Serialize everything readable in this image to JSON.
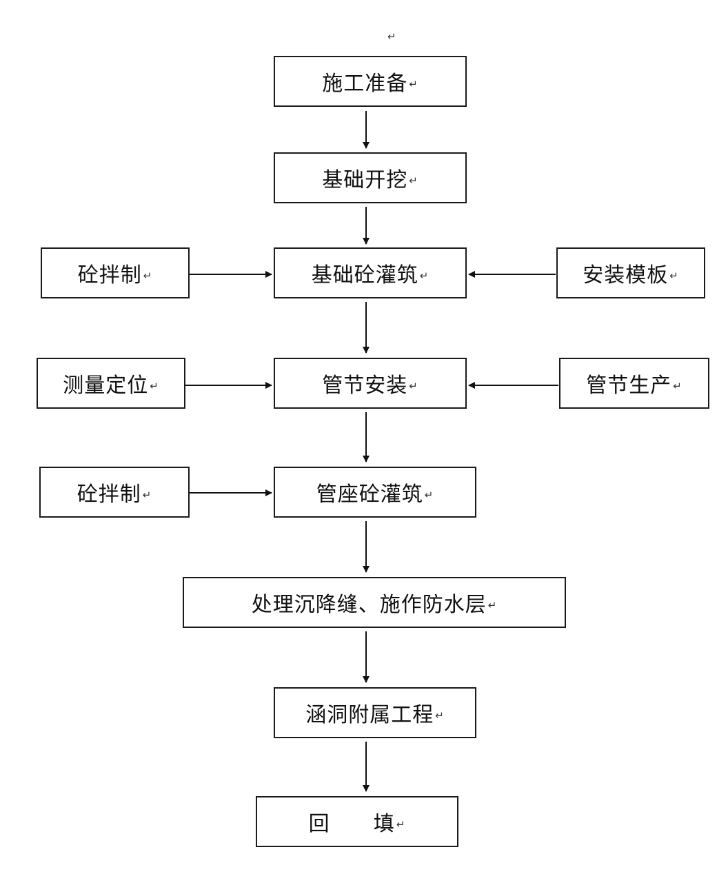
{
  "paragraph_mark": "↵",
  "nodes": {
    "prep": "施工准备",
    "excavation": "基础开挖",
    "mix1": "砼拌制",
    "foundation_pour": "基础砼灌筑",
    "formwork": "安装模板",
    "survey": "测量定位",
    "pipe_install": "管节安装",
    "pipe_production": "管节生产",
    "mix2": "砼拌制",
    "seat_pour": "管座砼灌筑",
    "joints_waterproof": "处理沉降缝、施作防水层",
    "culvert_ancillary": "涵洞附属工程",
    "backfill": "回      填"
  }
}
